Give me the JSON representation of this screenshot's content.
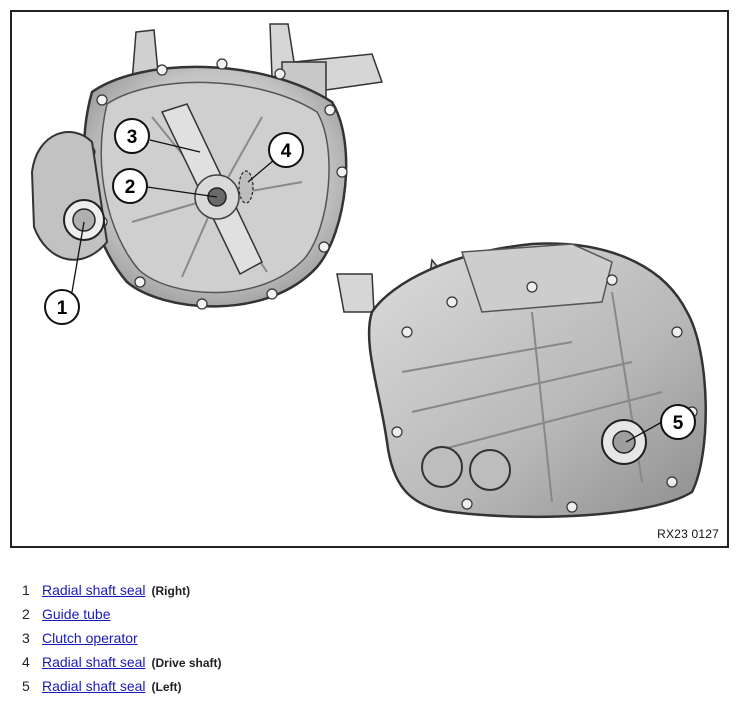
{
  "figure": {
    "code": "RX23 0127",
    "callouts": [
      "1",
      "2",
      "3",
      "4",
      "5"
    ]
  },
  "legend": [
    {
      "num": "1",
      "label": "Radial shaft seal",
      "note": "(Right)"
    },
    {
      "num": "2",
      "label": "Guide tube",
      "note": ""
    },
    {
      "num": "3",
      "label": "Clutch operator",
      "note": ""
    },
    {
      "num": "4",
      "label": "Radial shaft seal",
      "note": "(Drive shaft)"
    },
    {
      "num": "5",
      "label": "Radial shaft seal",
      "note": "(Left)"
    }
  ]
}
